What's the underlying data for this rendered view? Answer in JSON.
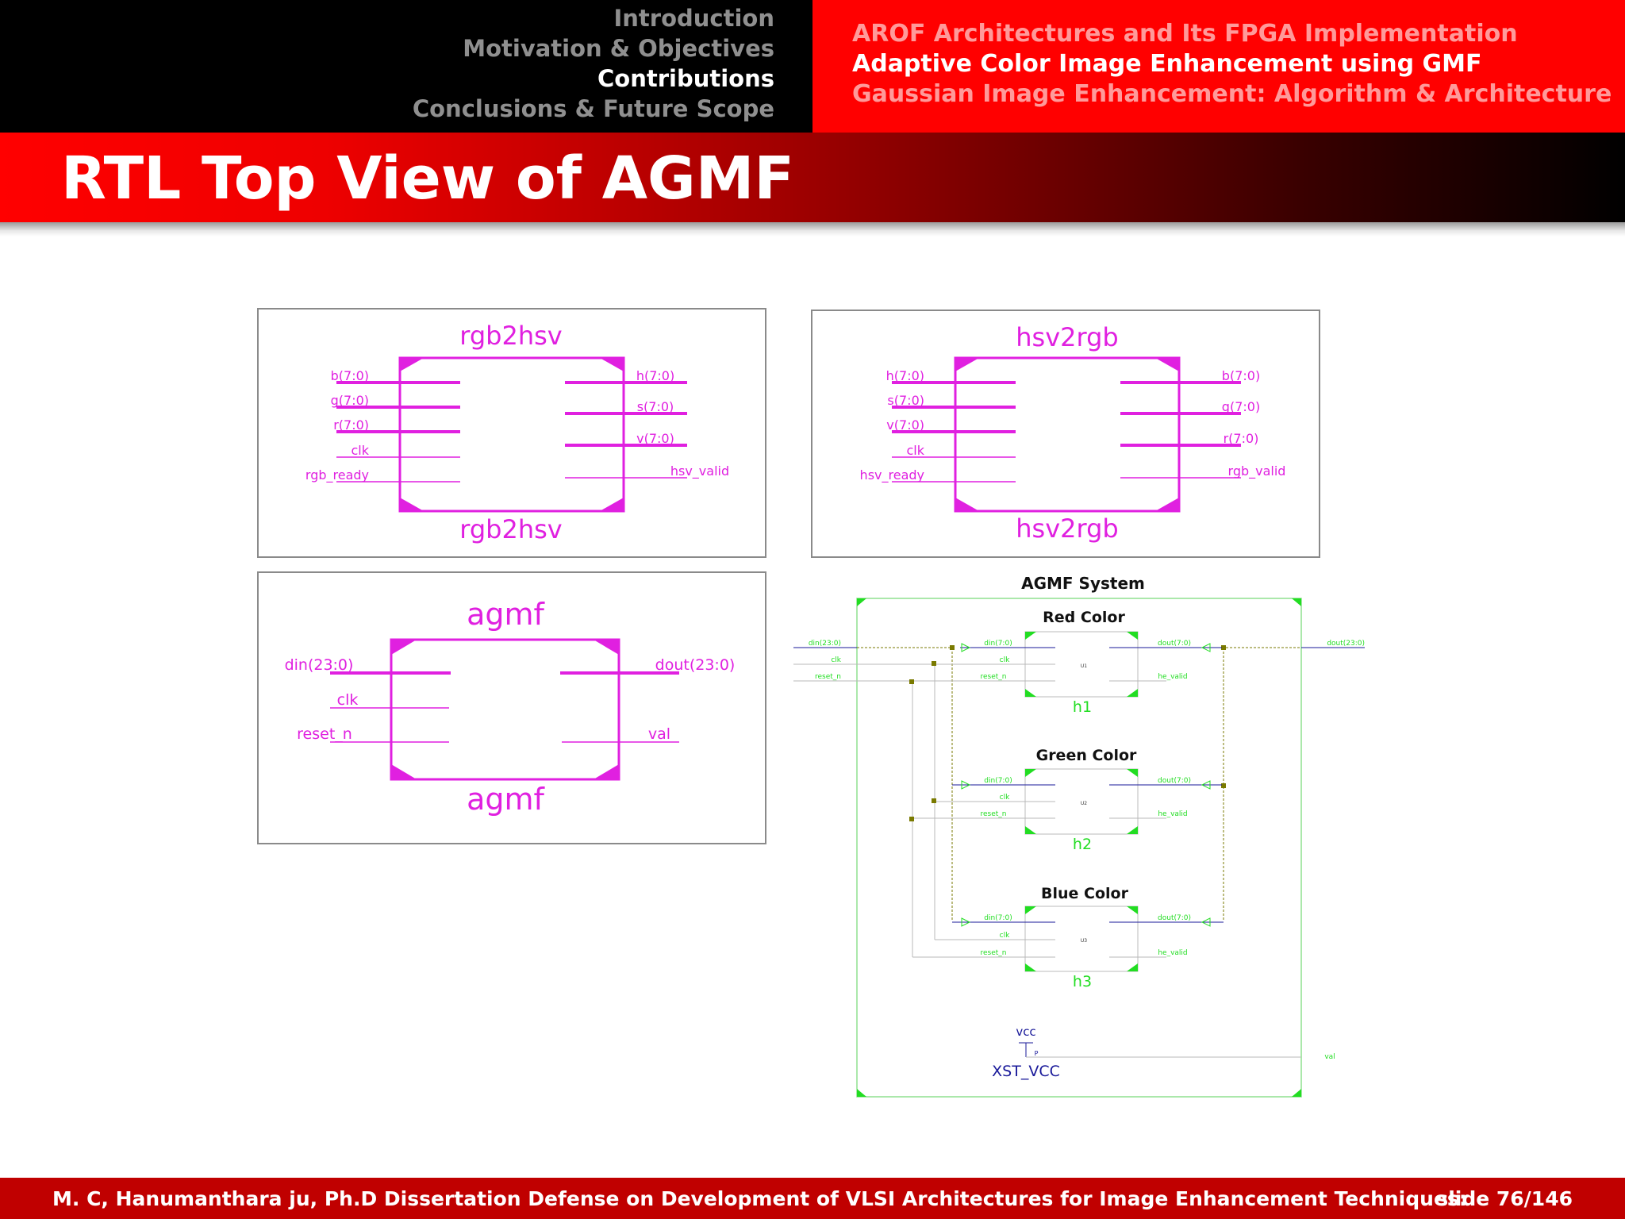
{
  "nav": {
    "sections": [
      {
        "label": "Introduction",
        "active": false
      },
      {
        "label": "Motivation & Objectives",
        "active": false
      },
      {
        "label": "Contributions",
        "active": true
      },
      {
        "label": "Conclusions & Future Scope",
        "active": false
      }
    ],
    "subsections": [
      {
        "label": "AROF Architectures and Its FPGA Implementation",
        "active": false
      },
      {
        "label": "Adaptive Color Image Enhancement using GMF",
        "active": true
      },
      {
        "label": "Gaussian Image Enhancement: Algorithm & Architecture",
        "active": false
      }
    ]
  },
  "title": "RTL Top View of AGMF",
  "colors": {
    "accent": "#ff0000",
    "nav_inactive": "#8f8f8f",
    "schematic_magenta": "#e020e0",
    "schematic_green": "#22dd22",
    "schematic_navy": "#1a1a9a"
  },
  "rgb2hsv": {
    "name": "rgb2hsv",
    "inputs": [
      "b(7:0)",
      "g(7:0)",
      "r(7:0)",
      "clk",
      "rgb_ready"
    ],
    "outputs": [
      "h(7:0)",
      "s(7:0)",
      "v(7:0)",
      "hsv_valid"
    ]
  },
  "hsv2rgb": {
    "name": "hsv2rgb",
    "inputs": [
      "h(7:0)",
      "s(7:0)",
      "v(7:0)",
      "clk",
      "hsv_ready"
    ],
    "outputs": [
      "b(7:0)",
      "g(7:0)",
      "r(7:0)",
      "rgb_valid"
    ]
  },
  "agmf": {
    "name": "agmf",
    "inputs": [
      "din(23:0)",
      "clk",
      "reset_n"
    ],
    "outputs": [
      "dout(23:0)",
      "val"
    ]
  },
  "system": {
    "title": "AGMF System",
    "top_inputs": [
      "din(23:0)",
      "clk",
      "reset_n"
    ],
    "top_output": "dout(23:0)",
    "val_label": "val",
    "vcc_label": "vcc",
    "p_label": "P",
    "xst_label": "XST_VCC",
    "channels": [
      {
        "heading": "Red Color",
        "instance": "h1",
        "unit": "U1",
        "in_pins": [
          "din(7:0)",
          "clk",
          "reset_n"
        ],
        "out_pins": [
          "dout(7:0)",
          "he_valid"
        ]
      },
      {
        "heading": "Green Color",
        "instance": "h2",
        "unit": "U2",
        "in_pins": [
          "din(7:0)",
          "clk",
          "reset_n"
        ],
        "out_pins": [
          "dout(7:0)",
          "he_valid"
        ]
      },
      {
        "heading": "Blue Color",
        "instance": "h3",
        "unit": "U3",
        "in_pins": [
          "din(7:0)",
          "clk",
          "reset_n"
        ],
        "out_pins": [
          "dout(7:0)",
          "he_valid"
        ]
      }
    ]
  },
  "footer": {
    "text": "M. C, Hanumanthara ju, Ph.D Dissertation Defense on Development of VLSI Architectures for Image Enhancement Techniques:",
    "slide": "slide 76/146"
  }
}
